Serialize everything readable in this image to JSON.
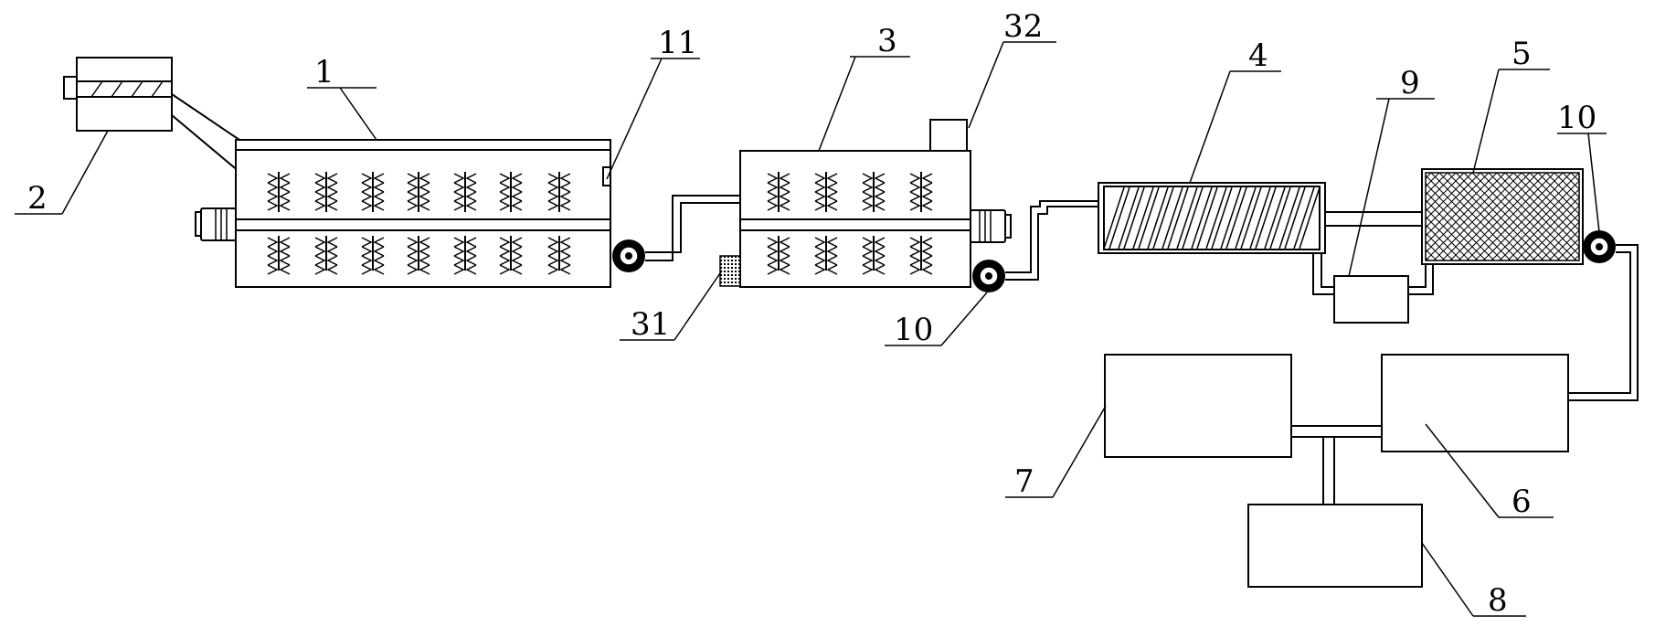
{
  "diagram": {
    "labels": {
      "unit_1": "1",
      "unit_2": "2",
      "unit_3": "3",
      "unit_4": "4",
      "unit_5": "5",
      "unit_6": "6",
      "unit_7": "7",
      "unit_8": "8",
      "unit_9": "9",
      "unit_10_a": "10",
      "unit_10_b": "10",
      "unit_11": "11",
      "unit_31": "31",
      "unit_32": "32"
    }
  }
}
